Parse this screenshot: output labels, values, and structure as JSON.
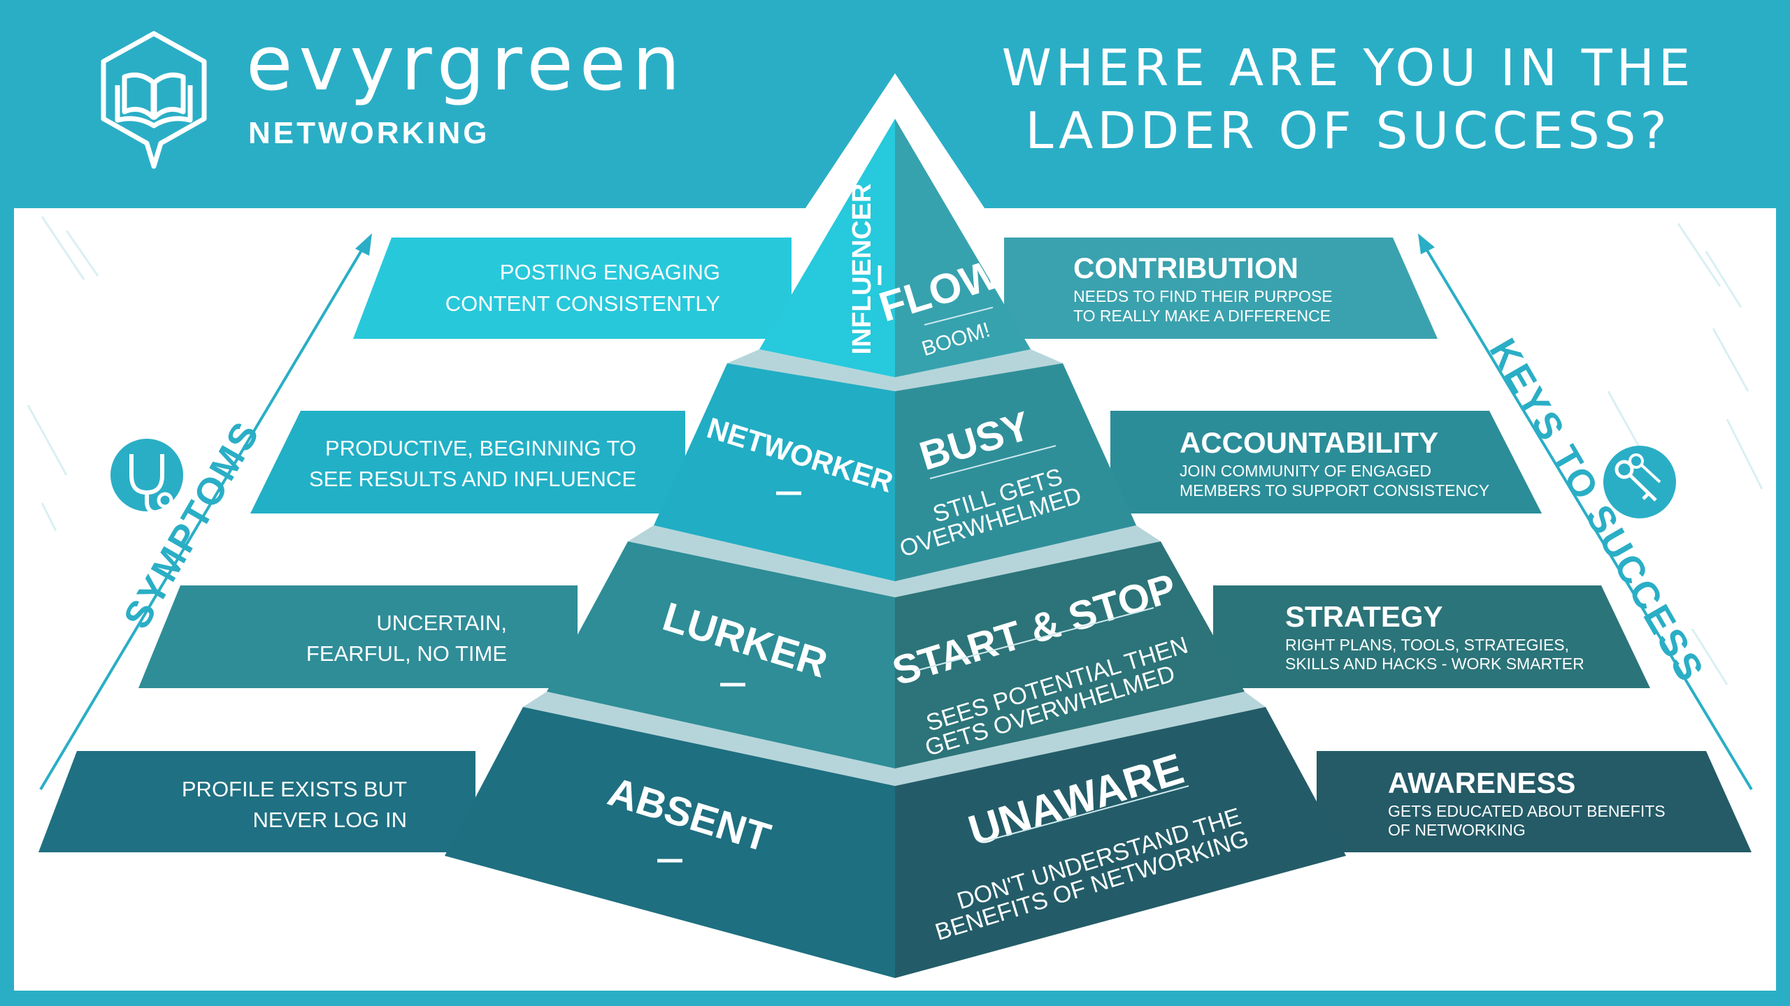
{
  "brand": {
    "name": "evyrgreen",
    "tagline": "NETWORKING",
    "logo_icon": "book-hexagon-icon"
  },
  "headline": {
    "line1": "WHERE ARE YOU IN THE",
    "line2": "LADDER OF SUCCESS?"
  },
  "side_labels": {
    "left": "SYMPTOMS",
    "right": "KEYS TO SUCCESS",
    "left_icon": "stethoscope-icon",
    "right_icon": "keys-icon"
  },
  "levels": [
    {
      "stage": "INFLUENCER",
      "state_title": "FLOW",
      "state_desc": [
        "BOOM!"
      ],
      "symptom": [
        "POSTING ENGAGING",
        "CONTENT CONSISTENTLY"
      ],
      "key_title": "CONTRIBUTION",
      "key_desc": [
        "NEEDS TO FIND THEIR PURPOSE",
        "TO REALLY MAKE A DIFFERENCE"
      ]
    },
    {
      "stage": "NETWORKER",
      "state_title": "BUSY",
      "state_desc": [
        "STILL GETS",
        "OVERWHELMED"
      ],
      "symptom": [
        "PRODUCTIVE, BEGINNING TO",
        "SEE RESULTS AND INFLUENCE"
      ],
      "key_title": "ACCOUNTABILITY",
      "key_desc": [
        "JOIN COMMUNITY OF ENGAGED",
        "MEMBERS TO SUPPORT CONSISTENCY"
      ]
    },
    {
      "stage": "LURKER",
      "state_title": "START & STOP",
      "state_desc": [
        "SEES POTENTIAL THEN",
        "GETS OVERWHELMED"
      ],
      "symptom": [
        "UNCERTAIN,",
        "FEARFUL, NO TIME"
      ],
      "key_title": "STRATEGY",
      "key_desc": [
        "RIGHT PLANS, TOOLS, STRATEGIES,",
        "SKILLS AND HACKS - WORK SMARTER"
      ]
    },
    {
      "stage": "ABSENT",
      "state_title": "UNAWARE",
      "state_desc": [
        "DON'T UNDERSTAND THE",
        "BENEFITS OF NETWORKING"
      ],
      "symptom": [
        "PROFILE EXISTS BUT",
        "NEVER LOG IN"
      ],
      "key_title": "AWARENESS",
      "key_desc": [
        "GETS EDUCATED ABOUT BENEFITS",
        "OF NETWORKING"
      ]
    }
  ],
  "colors": {
    "background": "#2aaec6",
    "panel": "#ffffff",
    "level_left": [
      "#27c9dc",
      "#21adc4",
      "#2e8d97",
      "#1e6f80"
    ],
    "level_right": [
      "#36a2ae",
      "#2f8f99",
      "#2c7479",
      "#235c68"
    ],
    "band_left": [
      "#28c8db",
      "#22b0c6",
      "#2f8d98",
      "#1f7082"
    ],
    "band_right": [
      "#3aa2ae",
      "#2b8d98",
      "#2b7479",
      "#245b67"
    ],
    "gap": "#b6d5da"
  }
}
